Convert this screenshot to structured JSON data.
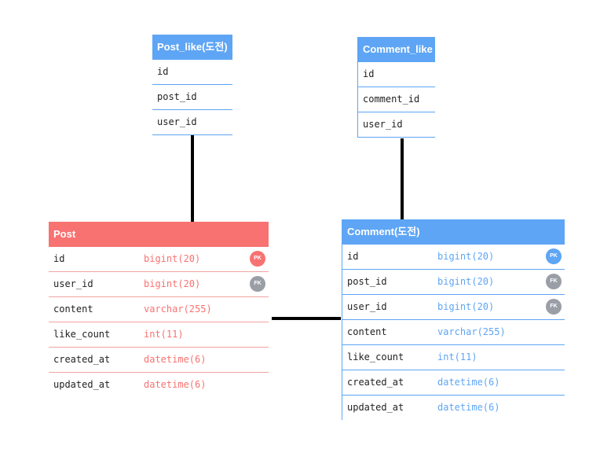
{
  "tables": {
    "post_like": {
      "title": "Post_like(도전)",
      "fields": [
        "id",
        "post_id",
        "user_id"
      ]
    },
    "comment_like": {
      "title": "Comment_like",
      "fields": [
        "id",
        "comment_id",
        "user_id"
      ]
    },
    "post": {
      "title": "Post",
      "fields": [
        {
          "name": "id",
          "type": "bigint(20)",
          "key": "PK"
        },
        {
          "name": "user_id",
          "type": "bigint(20)",
          "key": "FK"
        },
        {
          "name": "content",
          "type": "varchar(255)",
          "key": ""
        },
        {
          "name": "like_count",
          "type": "int(11)",
          "key": ""
        },
        {
          "name": "created_at",
          "type": "datetime(6)",
          "key": ""
        },
        {
          "name": "updated_at",
          "type": "datetime(6)",
          "key": ""
        }
      ]
    },
    "comment": {
      "title": "Comment(도전)",
      "fields": [
        {
          "name": "id",
          "type": "bigint(20)",
          "key": "PK"
        },
        {
          "name": "post_id",
          "type": "bigint(20)",
          "key": "FK"
        },
        {
          "name": "user_id",
          "type": "bigint(20)",
          "key": "FK"
        },
        {
          "name": "content",
          "type": "varchar(255)",
          "key": ""
        },
        {
          "name": "like_count",
          "type": "int(11)",
          "key": ""
        },
        {
          "name": "created_at",
          "type": "datetime(6)",
          "key": ""
        },
        {
          "name": "updated_at",
          "type": "datetime(6)",
          "key": ""
        }
      ]
    }
  },
  "colors": {
    "blue": "#5ea5f5",
    "red": "#f87272",
    "badge_gray": "#9a9ea6",
    "connector": "#000000"
  }
}
